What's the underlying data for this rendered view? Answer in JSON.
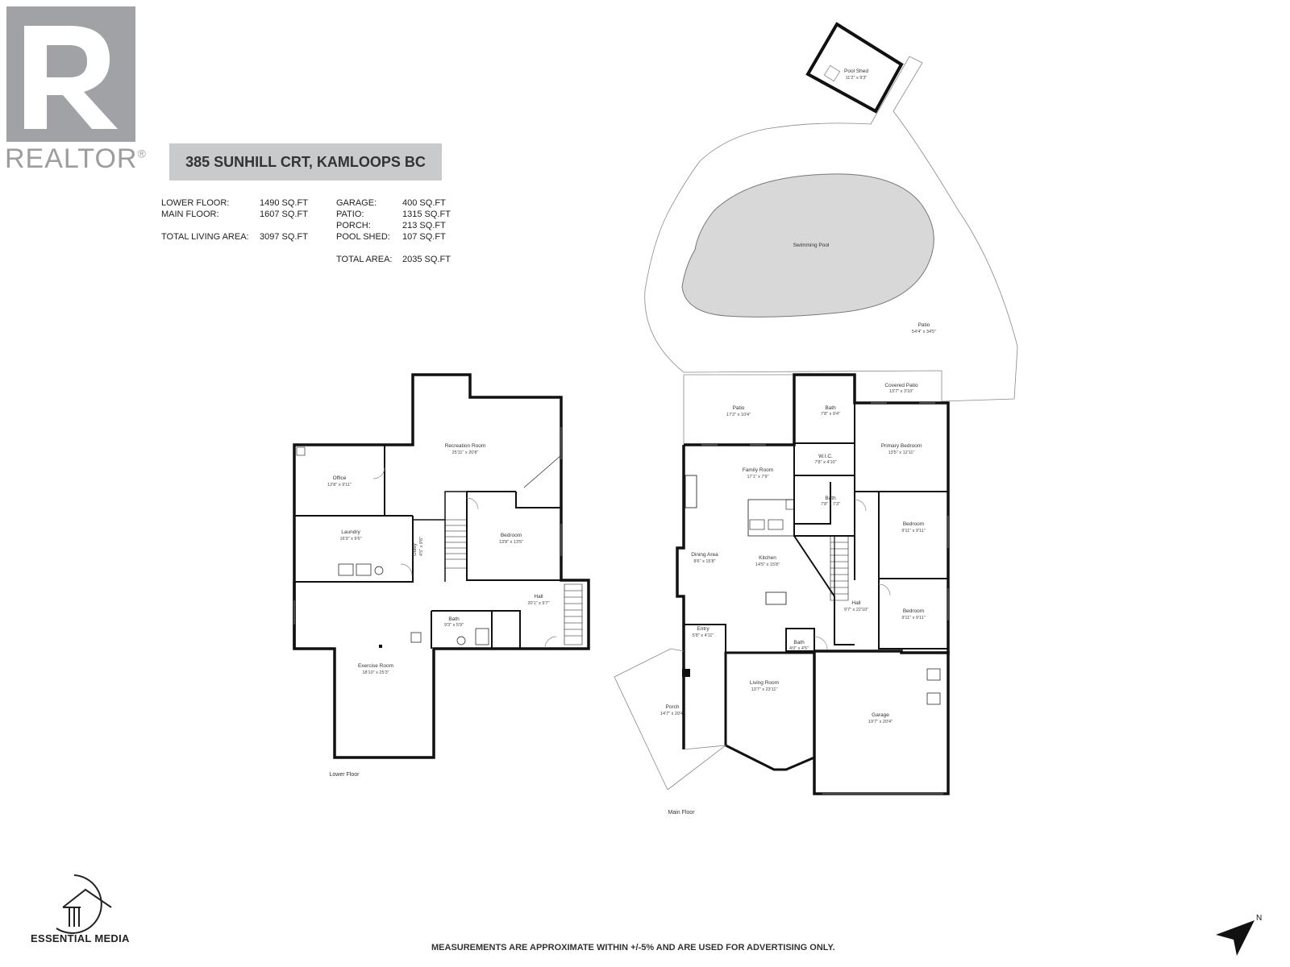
{
  "branding": {
    "realtor_wordmark": "REALTOR",
    "realtor_registered": "®",
    "essential_media": "ESSENTIAL MEDIA"
  },
  "address": "385 SUNHILL CRT, KAMLOOPS BC",
  "areas_left": [
    {
      "label": "LOWER FLOOR:",
      "value": "1490 SQ.FT"
    },
    {
      "label": "MAIN FLOOR:",
      "value": "1607 SQ.FT"
    },
    {
      "label": "TOTAL LIVING AREA:",
      "value": "3097 SQ.FT"
    }
  ],
  "areas_right": [
    {
      "label": "GARAGE:",
      "value": "400 SQ.FT"
    },
    {
      "label": "PATIO:",
      "value": "1315 SQ.FT"
    },
    {
      "label": "PORCH:",
      "value": "213 SQ.FT"
    },
    {
      "label": "POOL SHED:",
      "value": "107 SQ.FT"
    },
    {
      "label": "TOTAL AREA:",
      "value": "2035 SQ.FT"
    }
  ],
  "rooms": {
    "pool_shed": {
      "name": "Pool Shed",
      "dim": "11'2\" x 9'3\""
    },
    "swimming_pool": {
      "name": "Swimming Pool"
    },
    "patio_large": {
      "name": "Patio",
      "dim": "54'4\" x 34'5\""
    },
    "patio_small": {
      "name": "Patio",
      "dim": "17'2\" x 10'4\""
    },
    "covered_patio": {
      "name": "Covered Patio",
      "dim": "13'7\" x 3'10\""
    },
    "bath_ensuite": {
      "name": "Bath",
      "dim": "7'8\" x 9'4\""
    },
    "primary_bedroom": {
      "name": "Primary Bedroom",
      "dim": "13'5\" x 12'11\""
    },
    "wic": {
      "name": "W.I.C.",
      "dim": "7'8\" x 4'10\""
    },
    "family_room": {
      "name": "Family Room",
      "dim": "17'1\" x 7'9\""
    },
    "bath_main": {
      "name": "Bath",
      "dim": "7'8\" x 7'3\""
    },
    "bedroom_main_1": {
      "name": "Bedroom",
      "dim": "9'11\" x 9'11\""
    },
    "dining_area": {
      "name": "Dining Area",
      "dim": "8'6\" x 15'8\""
    },
    "kitchen": {
      "name": "Kitchen",
      "dim": "14'5\" x 15'8\""
    },
    "hall_main": {
      "name": "Hall",
      "dim": "9'7\" x 22'10\""
    },
    "bedroom_main_2": {
      "name": "Bedroom",
      "dim": "9'11\" x 9'11\""
    },
    "entry": {
      "name": "Entry",
      "dim": "5'8\" x 4'11\""
    },
    "bath_half": {
      "name": "Bath",
      "dim": "4'0\" x 4'5\""
    },
    "porch": {
      "name": "Porch",
      "dim": "14'7\" x 20'4\""
    },
    "living_room": {
      "name": "Living Room",
      "dim": "13'7\" x 23'11\""
    },
    "garage": {
      "name": "Garage",
      "dim": "19'7\" x 20'4\""
    },
    "recreation_room": {
      "name": "Recreation Room",
      "dim": "25'11\" x 20'8\""
    },
    "office": {
      "name": "Office",
      "dim": "12'8\" x 9'11\""
    },
    "laundry": {
      "name": "Laundry",
      "dim": "16'9\" x 9'6\""
    },
    "utility": {
      "name": "Utility",
      "dim": "4'5\" x 9'6\""
    },
    "bedroom_lower": {
      "name": "Bedroom",
      "dim": "13'8\" x 13'5\""
    },
    "hall_lower": {
      "name": "Hall",
      "dim": "20'1\" x 9'7\""
    },
    "bath_lower": {
      "name": "Bath",
      "dim": "9'3\" x 5'9\""
    },
    "exercise_room": {
      "name": "Exercise Room",
      "dim": "18'10\" x 25'3\""
    }
  },
  "floor_labels": {
    "lower": "Lower Floor",
    "main": "Main Floor"
  },
  "north_label": "N",
  "disclaimer": "MEASUREMENTS ARE APPROXIMATE WITHIN +/-5% AND ARE USED FOR ADVERTISING ONLY."
}
